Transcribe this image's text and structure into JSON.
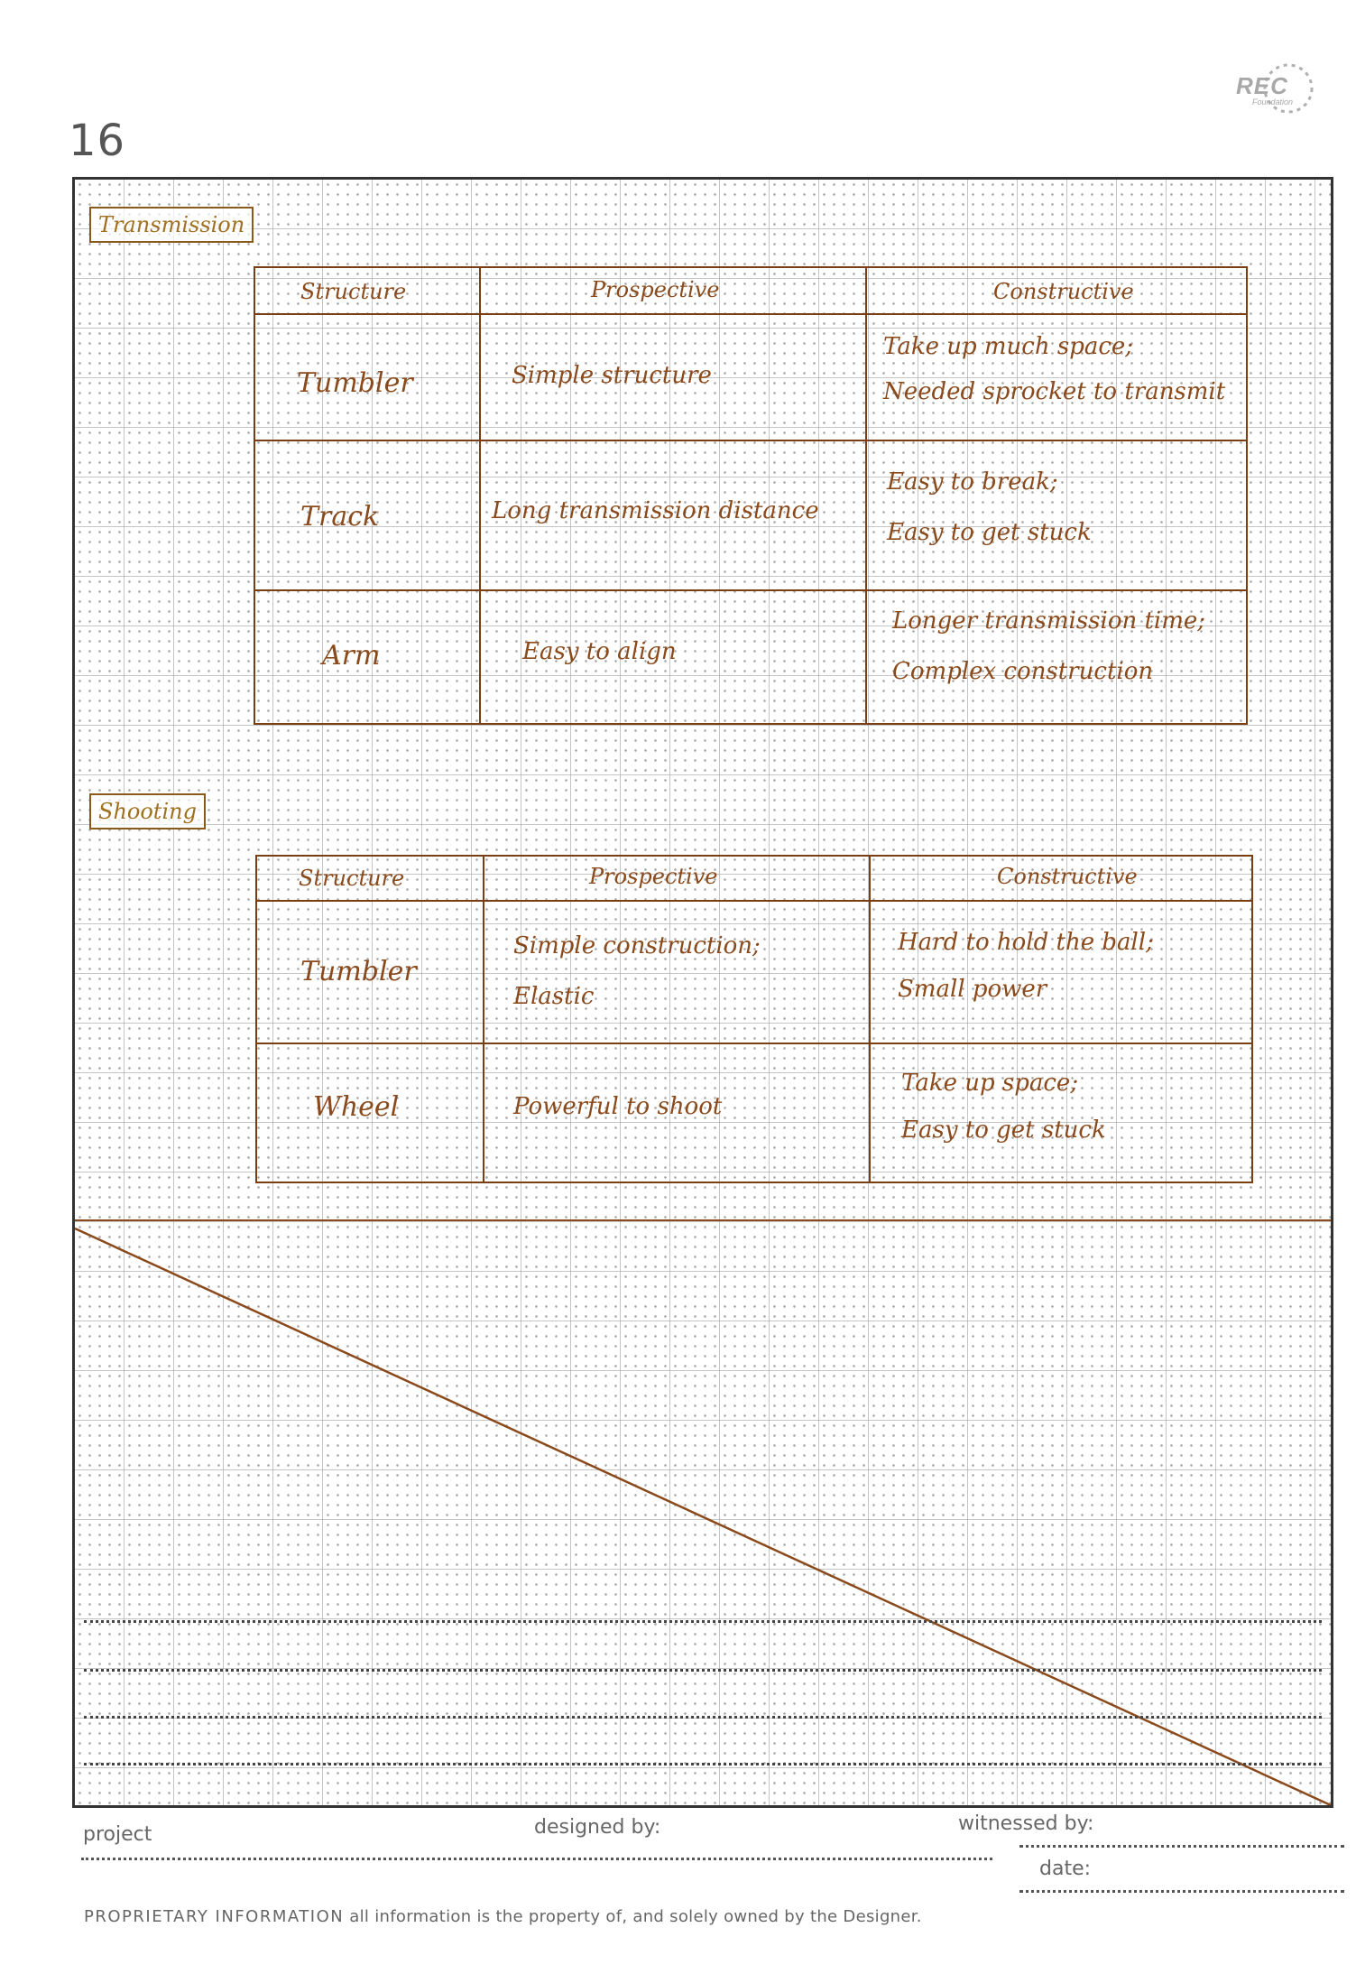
{
  "page": {
    "number": "16"
  },
  "logo": {
    "text": "REC",
    "subtext": "Foundation"
  },
  "sections": [
    {
      "label": "Transmission",
      "headers": [
        "Structure",
        "Prospective",
        "Constructive"
      ],
      "rows": [
        {
          "structure": "Tumbler",
          "prospective": [
            "Simple structure"
          ],
          "constructive": [
            "Take up much space;",
            "Needed sprocket to transmit"
          ]
        },
        {
          "structure": "Track",
          "prospective": [
            "Long transmission distance"
          ],
          "constructive": [
            "Easy to break;",
            "Easy to get stuck"
          ]
        },
        {
          "structure": "Arm",
          "prospective": [
            "Easy to align"
          ],
          "constructive": [
            "Longer transmission time;",
            "Complex construction"
          ]
        }
      ]
    },
    {
      "label": "Shooting",
      "headers": [
        "Structure",
        "Prospective",
        "Constructive"
      ],
      "rows": [
        {
          "structure": "Tumbler",
          "prospective": [
            "Simple construction;",
            "Elastic"
          ],
          "constructive": [
            "Hard to hold the ball;",
            "Small power"
          ]
        },
        {
          "structure": "Wheel",
          "prospective": [
            "Powerful to shoot"
          ],
          "constructive": [
            "Take up space;",
            "Easy to get stuck"
          ]
        }
      ]
    }
  ],
  "footer": {
    "project_label": "project",
    "designed_by_label": "designed by:",
    "witnessed_by_label": "witnessed by:",
    "date_label": "date:",
    "proprietary_caps": "PROPRIETARY INFORMATION",
    "proprietary_text": "all information is the property of, and solely owned by the Designer."
  },
  "colors": {
    "ink": "#8a4a1c",
    "label_ink": "#a07020",
    "frame": "#333333"
  }
}
